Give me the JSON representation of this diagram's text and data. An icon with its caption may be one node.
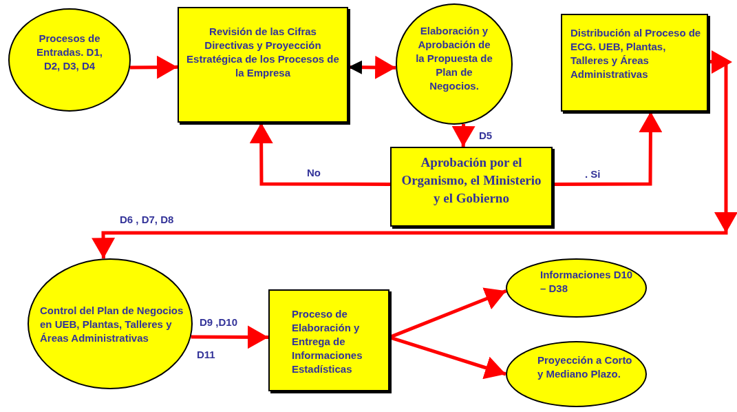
{
  "diagram": {
    "nodes": [
      {
        "text": [
          "Procesos de Entradas. D1, D2, D3, D4"
        ]
      },
      {
        "text": [
          "Revisión de las Cifras Directivas  y Proyección Estratégica de los Procesos de la Empresa"
        ]
      },
      {
        "text": [
          "Elaboración y Aprobación de la Propuesta de Plan de Negocios."
        ]
      },
      {
        "text": [
          "Distribución al Proceso de ECG. UEB, Plantas, Talleres y Áreas Administrativas"
        ]
      },
      {
        "text": [
          "Aprobación por el Organismo, el Ministerio  y el Gobierno"
        ]
      },
      {
        "text": [
          "Control del Plan de Negocios en UEB, Plantas, Talleres y Áreas Administrativas"
        ]
      },
      {
        "text": [
          "Proceso de Elaboración y Entrega de Informaciones Estadísticas"
        ]
      },
      {
        "text": [
          "Informaciones D10 – D38"
        ]
      },
      {
        "text": [
          "Proyección a Corto y Mediano Plazo."
        ]
      }
    ],
    "edges": [
      {
        "from": 0,
        "to": 1,
        "arrow": "to"
      },
      {
        "from": 1,
        "to": 2,
        "arrow": "both"
      },
      {
        "from": 2,
        "to": 4,
        "arrow": "to",
        "label": "D5"
      },
      {
        "from": 4,
        "to": 1,
        "arrow": "to",
        "label": "No"
      },
      {
        "from": 4,
        "to": 3,
        "arrow": "to",
        "label": ". Si"
      },
      {
        "from": 3,
        "to": 5,
        "arrow": "to",
        "label": "D6 , D7, D8"
      },
      {
        "from": 5,
        "to": 6,
        "arrow": "to",
        "label": "D9 ,D10"
      },
      {
        "from": 6,
        "to": 7,
        "arrow": "to"
      },
      {
        "from": 6,
        "to": 8,
        "arrow": "to"
      }
    ],
    "labels": [
      "D11"
    ]
  }
}
